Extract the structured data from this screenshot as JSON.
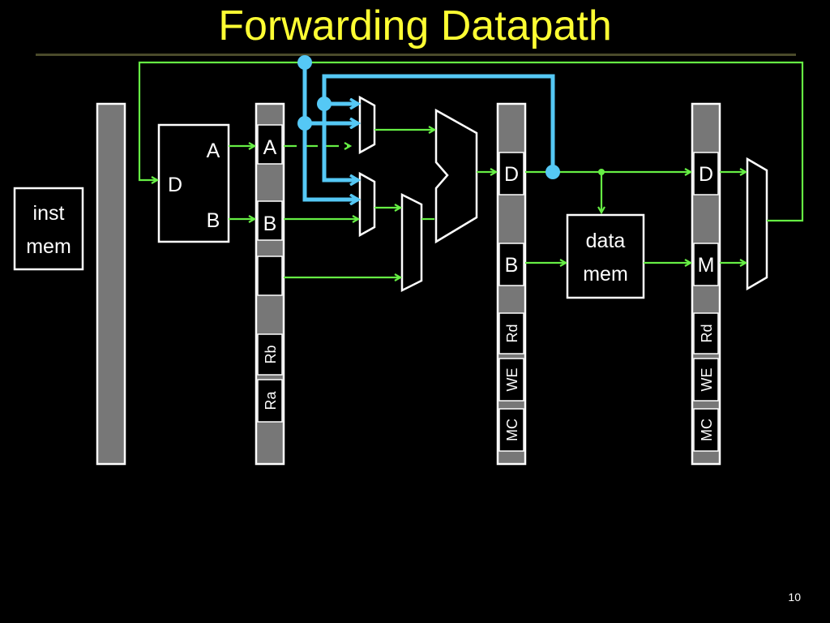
{
  "slide": {
    "title": "Forwarding Datapath",
    "page_number": "10"
  },
  "blocks": {
    "inst_mem": [
      "inst",
      "mem"
    ],
    "data_mem": [
      "data",
      "mem"
    ],
    "regfile": {
      "a": "A",
      "b": "B",
      "d": "D"
    }
  },
  "stage_labels": {
    "id_ex_a": "A",
    "id_ex_b": "B",
    "id_ex_rb": "Rb",
    "id_ex_ra": "Ra",
    "ex_mem_d": "D",
    "ex_mem_b": "B",
    "ex_mem_rd": "Rd",
    "ex_mem_we": "WE",
    "ex_mem_mc": "MC",
    "mem_wb_d": "D",
    "mem_wb_m": "M",
    "mem_wb_rd": "Rd",
    "mem_wb_we": "WE",
    "mem_wb_mc": "MC"
  },
  "colors": {
    "background": "#000000",
    "title": "#ffff33",
    "wire": "#66ee44",
    "forward": "#55c8f5",
    "register": "#777777"
  }
}
